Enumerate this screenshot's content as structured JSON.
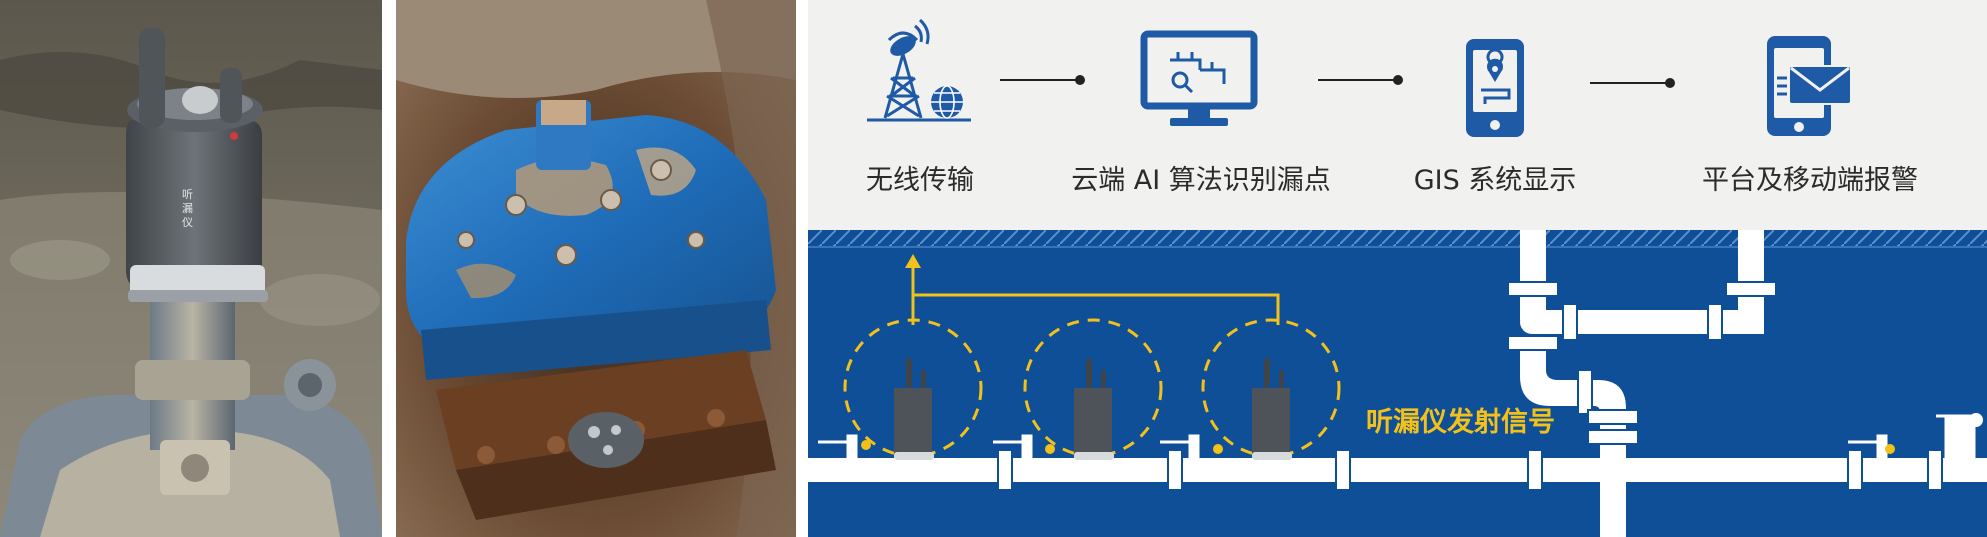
{
  "photos": {
    "left": {
      "device_label": "听漏仪"
    },
    "middle": {}
  },
  "workflow": {
    "steps": [
      {
        "label": "无线传输",
        "icon": "radio-tower-icon"
      },
      {
        "label": "云端 AI 算法识别漏点",
        "icon": "monitor-icon"
      },
      {
        "label": "GIS 系统显示",
        "icon": "smartphone-map-icon"
      },
      {
        "label": "平台及移动端报警",
        "icon": "phone-mail-icon"
      }
    ]
  },
  "scene": {
    "signal_label": "听漏仪发射信号",
    "sensor_count": 3
  },
  "colors": {
    "brand_blue": "#1f5aa6",
    "scene_blue": "#0e4f97",
    "signal_yellow": "#f3c11a",
    "pipe_white": "#ffffff"
  }
}
